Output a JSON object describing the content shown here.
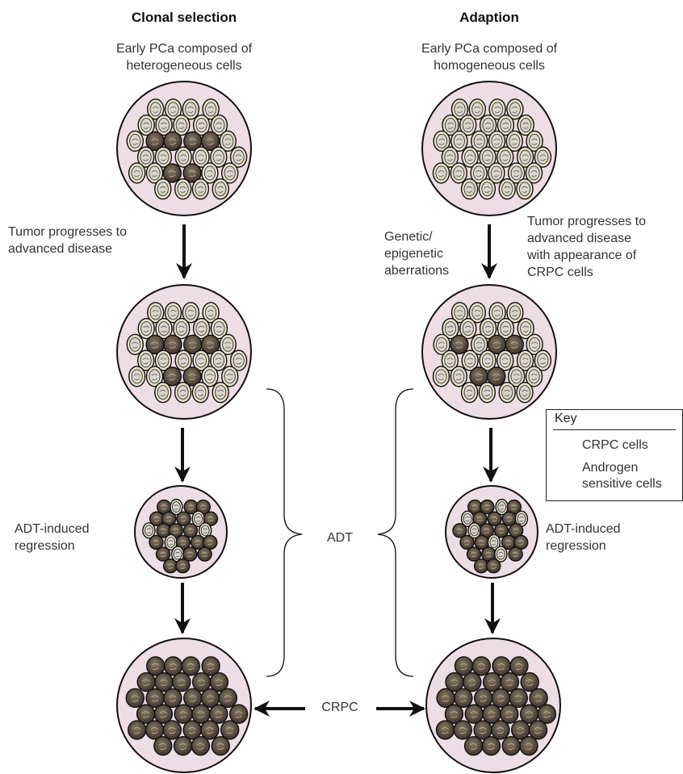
{
  "left_column": {
    "title": "Clonal selection",
    "subtitle_line1": "Early PCa composed of",
    "subtitle_line2": "heterogeneous cells",
    "step1_line1": "Tumor progresses to",
    "step1_line2": "advanced disease",
    "regression_line1": "ADT-induced",
    "regression_line2": "regression"
  },
  "right_column": {
    "title": "Adaption",
    "subtitle_line1": "Early PCa composed of",
    "subtitle_line2": "homogeneous cells",
    "aberrations_line1": "Genetic/",
    "aberrations_line2": "epigenetic",
    "aberrations_line3": "aberrations",
    "step1_line1": "Tumor progresses to",
    "step1_line2": "advanced disease",
    "step1_line3": "with appearance of",
    "step1_line4": "CRPC cells",
    "regression_line1": "ADT-induced",
    "regression_line2": "regression"
  },
  "center": {
    "adt_label": "ADT",
    "crpc_label": "CRPC"
  },
  "key": {
    "title": "Key",
    "crpc_label": "CRPC cells",
    "androgen_line1": "Androgen",
    "androgen_line2": "sensitive cells"
  },
  "colors": {
    "tissue_fill": "#efdde6",
    "sensitive_outer": "#e7e1c6",
    "sensitive_inner": "#dad6cc",
    "crpc_cell": "#5b4c3e",
    "stroke": "#111111"
  }
}
